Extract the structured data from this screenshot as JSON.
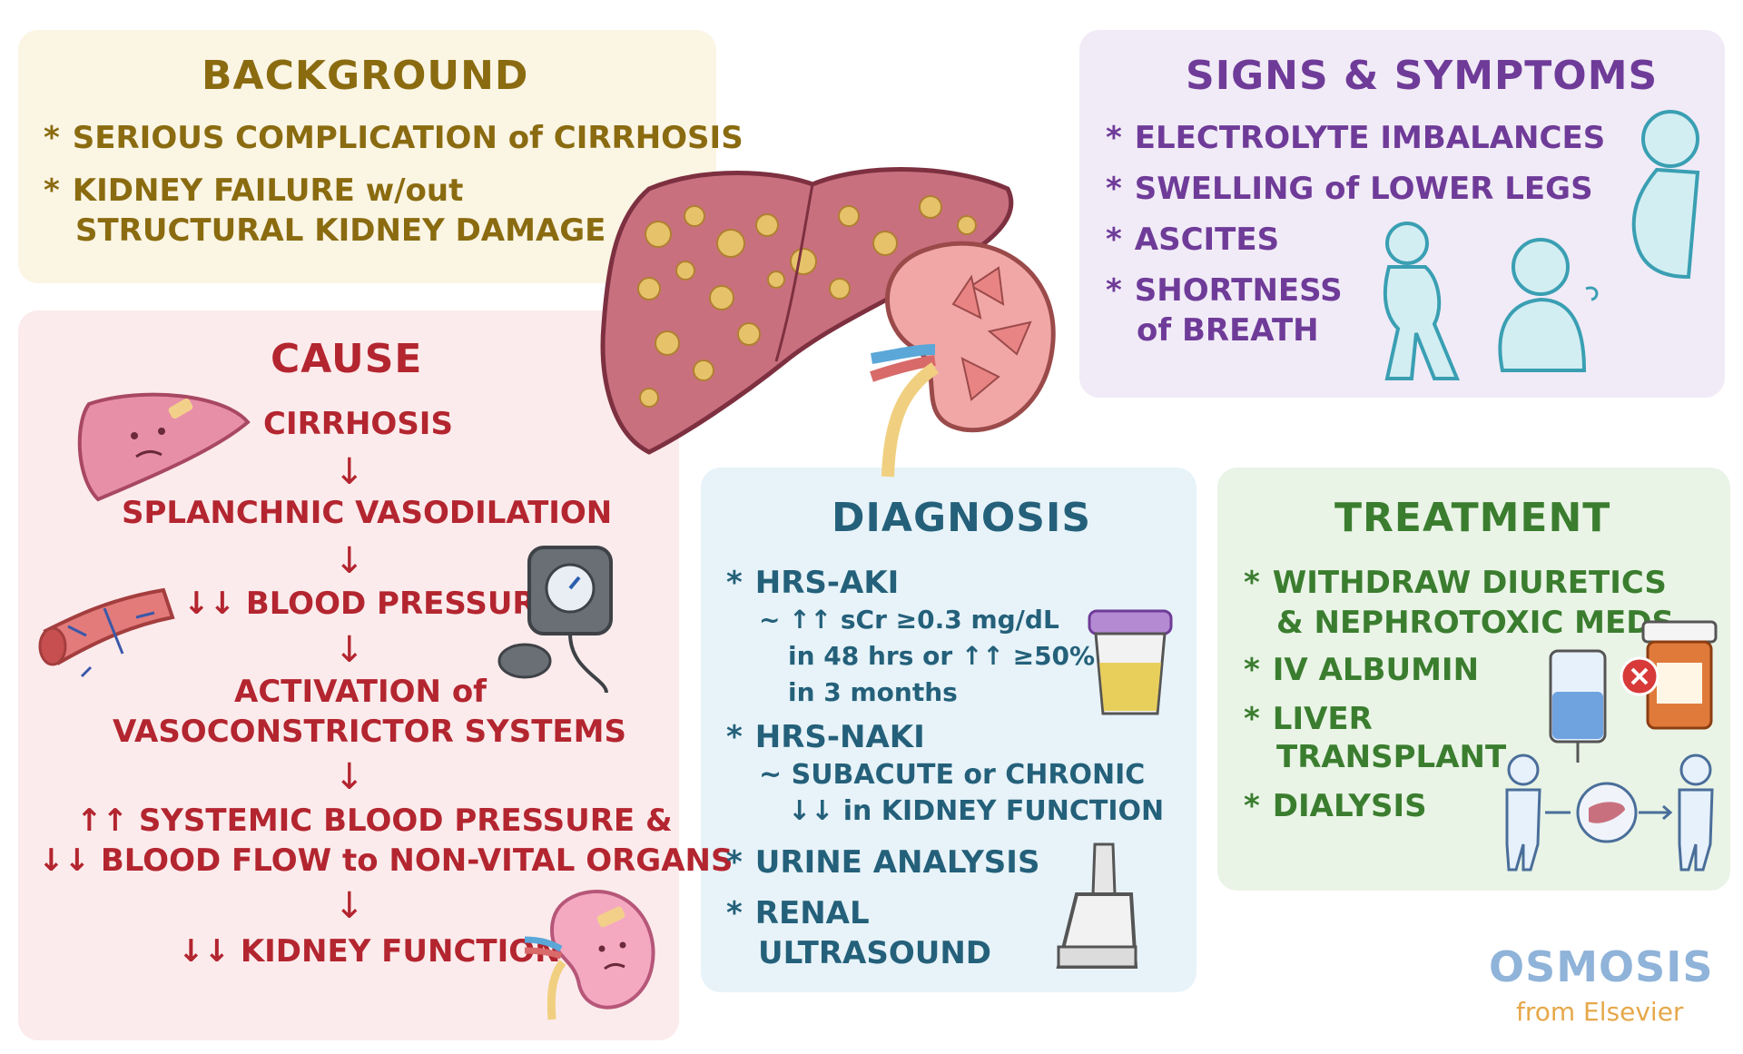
{
  "background": {
    "title": "BACKGROUND",
    "items": [
      {
        "star": "*",
        "text": "SERIOUS COMPLICATION of CIRRHOSIS"
      },
      {
        "star": "*",
        "line1": "KIDNEY FAILURE w/out",
        "line2": "STRUCTURAL KIDNEY DAMAGE"
      }
    ]
  },
  "cause": {
    "title": "CAUSE",
    "steps": [
      "CIRRHOSIS",
      "SPLANCHNIC VASODILATION",
      "↓↓ BLOOD PRESSURE",
      "ACTIVATION of",
      "VASOCONSTRICTOR SYSTEMS",
      "↑↑ SYSTEMIC BLOOD PRESSURE &",
      "↓↓ BLOOD FLOW to NON-VITAL ORGANS",
      "↓↓ KIDNEY FUNCTION"
    ],
    "arrow": "↓"
  },
  "signs": {
    "title": "SIGNS & SYMPTOMS",
    "items": [
      {
        "star": "*",
        "text": "ELECTROLYTE IMBALANCES"
      },
      {
        "star": "*",
        "text": "SWELLING of LOWER LEGS"
      },
      {
        "star": "*",
        "text": "ASCITES"
      },
      {
        "star": "*",
        "line1": "SHORTNESS",
        "line2": "of BREATH"
      }
    ]
  },
  "diagnosis": {
    "title": "DIAGNOSIS",
    "items": [
      {
        "star": "*",
        "text": "HRS-AKI"
      },
      {
        "text": "~ ↑↑ sCr ≥0.3 mg/dL"
      },
      {
        "text": "in 48 hrs or ↑↑ ≥50%"
      },
      {
        "text": "in 3 months"
      },
      {
        "star": "*",
        "text": "HRS-NAKI"
      },
      {
        "text": "~ SUBACUTE or CHRONIC"
      },
      {
        "text": "↓↓ in KIDNEY FUNCTION"
      },
      {
        "star": "*",
        "text": "URINE ANALYSIS"
      },
      {
        "star": "*",
        "text": "RENAL"
      },
      {
        "text": "ULTRASOUND"
      }
    ]
  },
  "treatment": {
    "title": "TREATMENT",
    "items": [
      {
        "star": "*",
        "line1": "WITHDRAW DIURETICS",
        "line2": "& NEPHROTOXIC MEDS"
      },
      {
        "star": "*",
        "text": "IV ALBUMIN"
      },
      {
        "star": "*",
        "line1": "LIVER",
        "line2": "TRANSPLANT"
      },
      {
        "star": "*",
        "text": "DIALYSIS"
      }
    ]
  },
  "logo": {
    "name": "OSMOSIS",
    "sub": "from Elsevier"
  },
  "colors": {
    "background": "#8a6b10",
    "cause": "#b3252f",
    "signs": "#6f3b98",
    "diagnosis": "#24607a",
    "treatment": "#3b7d2f",
    "logo": "#8fb3d9"
  },
  "icons": [
    "cirrhotic-liver-icon",
    "kidney-cross-section-icon",
    "sad-liver-icon",
    "blood-vessel-icon",
    "sphygmomanometer-icon",
    "sad-kidney-icon",
    "pregnant-figure-icon",
    "swollen-legs-figure-icon",
    "breathless-figure-icon",
    "urine-cup-icon",
    "ultrasound-probe-icon",
    "iv-bag-icon",
    "pill-bottle-icon",
    "transplant-figures-icon"
  ]
}
